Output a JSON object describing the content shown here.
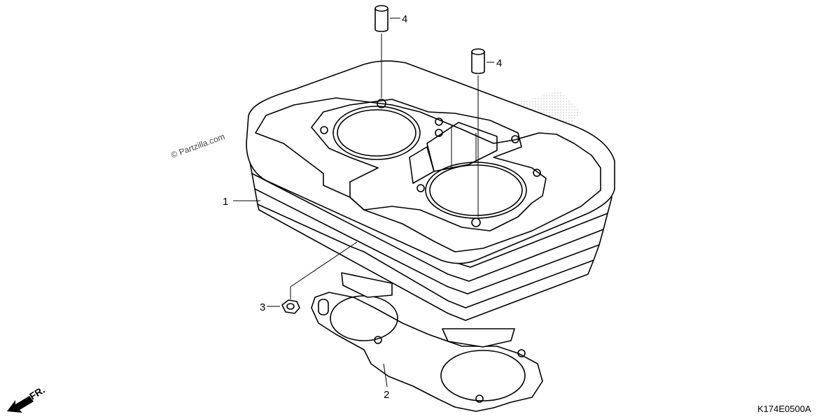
{
  "watermark": "© Partzilla.com",
  "diagram_code": "K174E0500A",
  "front_indicator": "FR.",
  "callouts": [
    {
      "id": "cylinder",
      "label": "1"
    },
    {
      "id": "gasket",
      "label": "2"
    },
    {
      "id": "nut",
      "label": "3"
    },
    {
      "id": "dowel-left",
      "label": "4"
    },
    {
      "id": "dowel-right",
      "label": "4"
    }
  ]
}
